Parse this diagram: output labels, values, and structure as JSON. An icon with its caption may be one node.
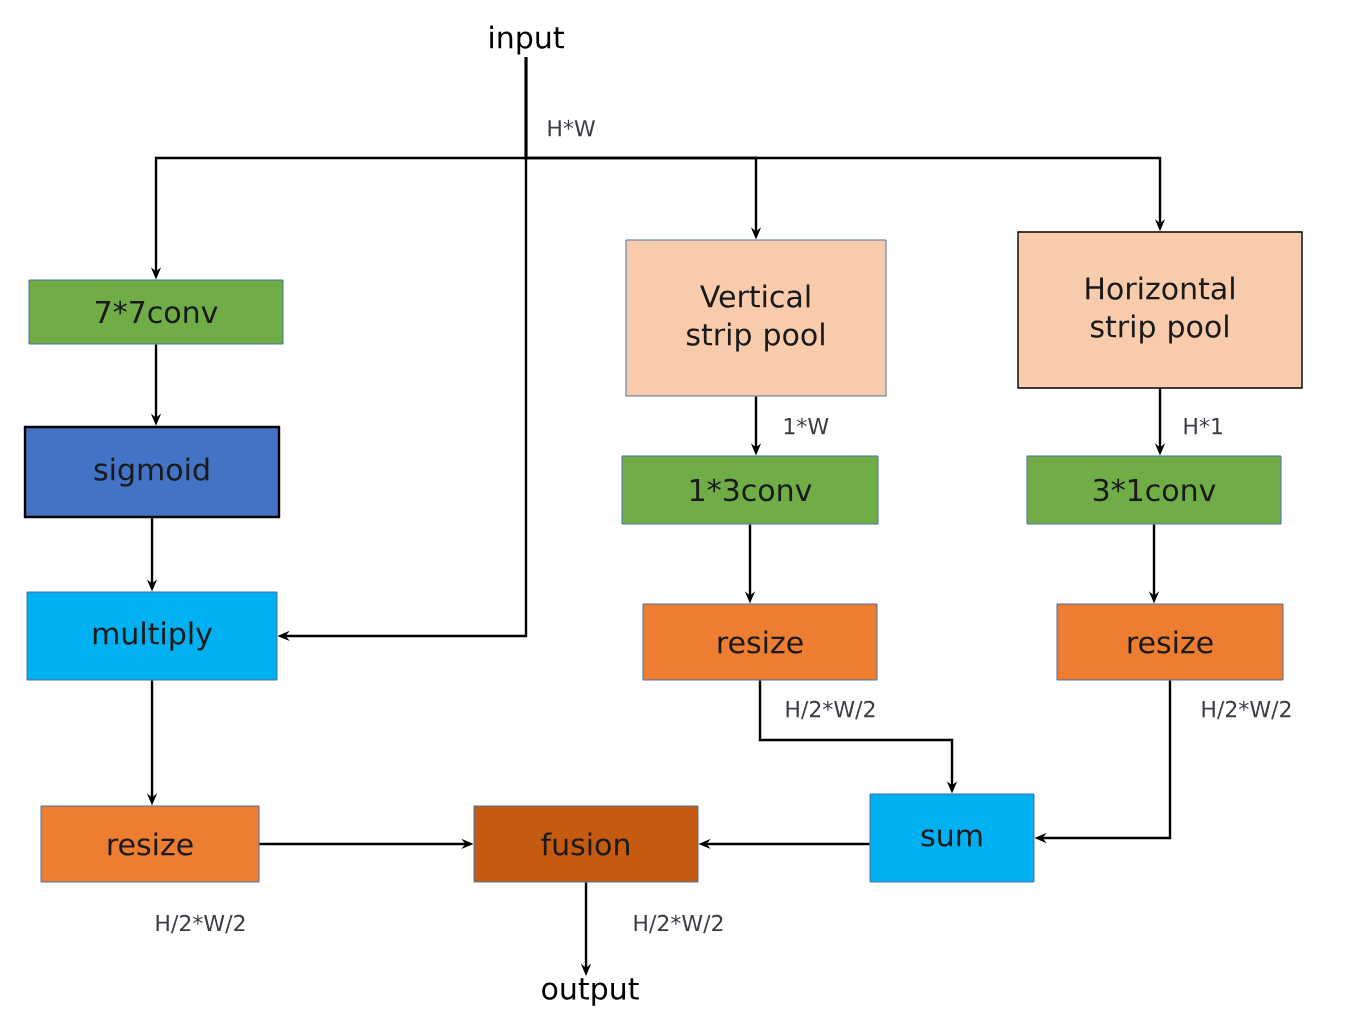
{
  "diagram": {
    "nodes": [
      {
        "text": [
          "input"
        ]
      },
      {
        "text": [
          "7*7conv"
        ]
      },
      {
        "text": [
          "sigmoid"
        ]
      },
      {
        "text": [
          "multiply"
        ]
      },
      {
        "text": [
          "resize"
        ]
      },
      {
        "text": [
          "Vertical strip pool"
        ]
      },
      {
        "text": [
          "1*3conv"
        ]
      },
      {
        "text": [
          "resize"
        ]
      },
      {
        "text": [
          "Horizontal strip pool"
        ]
      },
      {
        "text": [
          "3*1conv"
        ]
      },
      {
        "text": [
          "resize"
        ]
      },
      {
        "text": [
          "sum"
        ]
      },
      {
        "text": [
          "fusion"
        ]
      },
      {
        "text": [
          "output"
        ]
      }
    ],
    "edges": [
      {
        "from": 0,
        "to": 1,
        "arrow": "to"
      },
      {
        "from": 0,
        "to": 5,
        "arrow": "to"
      },
      {
        "from": 0,
        "to": 8,
        "arrow": "to"
      },
      {
        "from": 0,
        "to": 3,
        "arrow": "to",
        "label": "H*W"
      },
      {
        "from": 1,
        "to": 2,
        "arrow": "to"
      },
      {
        "from": 2,
        "to": 3,
        "arrow": "to"
      },
      {
        "from": 3,
        "to": 4,
        "arrow": "to"
      },
      {
        "from": 5,
        "to": 6,
        "arrow": "to",
        "label": "1*W"
      },
      {
        "from": 6,
        "to": 7,
        "arrow": "to"
      },
      {
        "from": 8,
        "to": 9,
        "arrow": "to",
        "label": "H*1"
      },
      {
        "from": 9,
        "to": 10,
        "arrow": "to"
      },
      {
        "from": 7,
        "to": 11,
        "arrow": "to",
        "label": "H/2*W/2"
      },
      {
        "from": 10,
        "to": 11,
        "arrow": "to",
        "label": "H/2*W/2"
      },
      {
        "from": 11,
        "to": 12,
        "arrow": "to"
      },
      {
        "from": 4,
        "to": 12,
        "arrow": "to",
        "label": "H/2*W/2"
      },
      {
        "from": 12,
        "to": 13,
        "arrow": "to",
        "label": "H/2*W/2"
      }
    ]
  }
}
